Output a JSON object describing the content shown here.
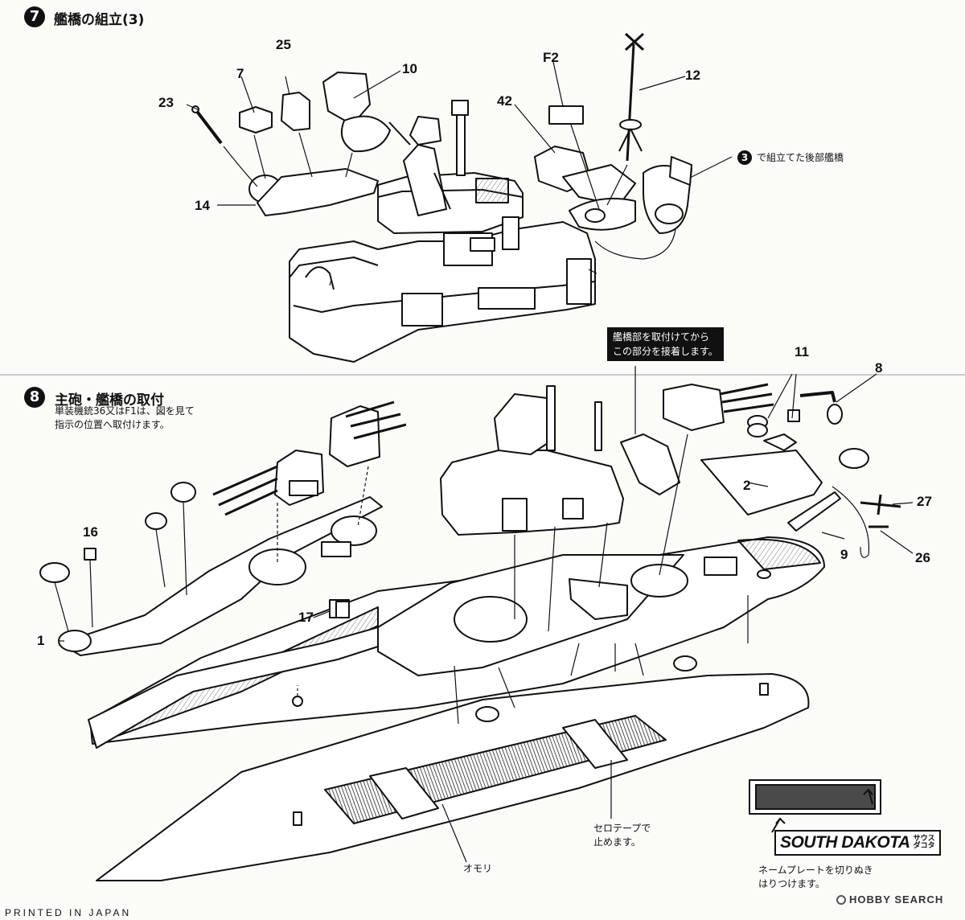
{
  "step7": {
    "number": "7",
    "title": "艦橋の組立(3)",
    "note": "で組立てた後部艦橋",
    "note_ref": "3",
    "parts": [
      "23",
      "7",
      "25",
      "10",
      "F2",
      "42",
      "12",
      "14"
    ]
  },
  "step8": {
    "number": "8",
    "title": "主砲・艦橋の取付",
    "note_line1": "単装機銃36又はF1は、図を見て",
    "note_line2": "指示の位置へ取付けます。",
    "box_line1": "艦橋部を取付けてから",
    "box_line2": "この部分を接着します。",
    "parts": [
      "11",
      "8",
      "16",
      "2",
      "27",
      "9",
      "26",
      "1",
      "17"
    ]
  },
  "tape_note_line1": "セロテープで",
  "tape_note_line2": "止めます。",
  "weight_label": "オモリ",
  "nameplate": {
    "text": "SOUTH DAKOTA",
    "kana_line1": "サウス",
    "kana_line2": "ダコタ",
    "note_line1": "ネームプレートを切りぬき",
    "note_line2": "はりつけます。"
  },
  "watermark": "HOBBY SEARCH",
  "footer": "PRINTED IN JAPAN",
  "colors": {
    "ink": "#111111",
    "paper": "#fbfbf8",
    "plate": "#4a4a4a"
  }
}
